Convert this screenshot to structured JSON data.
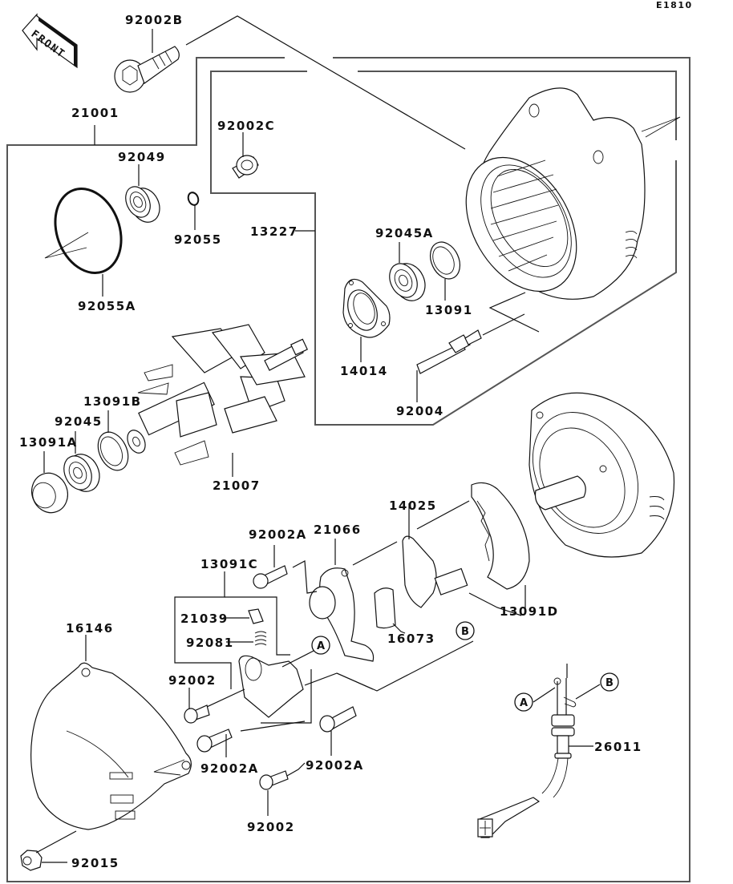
{
  "diagram": {
    "code": "E1810",
    "front_label": "FRONT",
    "callouts": {
      "A": "A",
      "B": "B"
    },
    "parts": [
      {
        "id": "p92002B",
        "label": "92002B"
      },
      {
        "id": "p21001",
        "label": "21001"
      },
      {
        "id": "p92002C",
        "label": "92002C"
      },
      {
        "id": "p92049",
        "label": "92049"
      },
      {
        "id": "p92055",
        "label": "92055"
      },
      {
        "id": "p13227",
        "label": "13227"
      },
      {
        "id": "p92055A",
        "label": "92055A"
      },
      {
        "id": "p92045A",
        "label": "92045A"
      },
      {
        "id": "p13091",
        "label": "13091"
      },
      {
        "id": "p14014",
        "label": "14014"
      },
      {
        "id": "p92004",
        "label": "92004"
      },
      {
        "id": "p13091B",
        "label": "13091B"
      },
      {
        "id": "p92045",
        "label": "92045"
      },
      {
        "id": "p13091A",
        "label": "13091A"
      },
      {
        "id": "p21007",
        "label": "21007"
      },
      {
        "id": "p14025",
        "label": "14025"
      },
      {
        "id": "p92002A_top",
        "label": "92002A"
      },
      {
        "id": "p21066",
        "label": "21066"
      },
      {
        "id": "p13091C",
        "label": "13091C"
      },
      {
        "id": "p21039",
        "label": "21039"
      },
      {
        "id": "p92081",
        "label": "92081"
      },
      {
        "id": "p16073",
        "label": "16073"
      },
      {
        "id": "p13091D",
        "label": "13091D"
      },
      {
        "id": "p16146",
        "label": "16146"
      },
      {
        "id": "p92002_left",
        "label": "92002"
      },
      {
        "id": "p92002A_left",
        "label": "92002A"
      },
      {
        "id": "p92002A_right",
        "label": "92002A"
      },
      {
        "id": "p92002_bottom",
        "label": "92002"
      },
      {
        "id": "p92015",
        "label": "92015"
      },
      {
        "id": "p26011",
        "label": "26011"
      }
    ]
  }
}
